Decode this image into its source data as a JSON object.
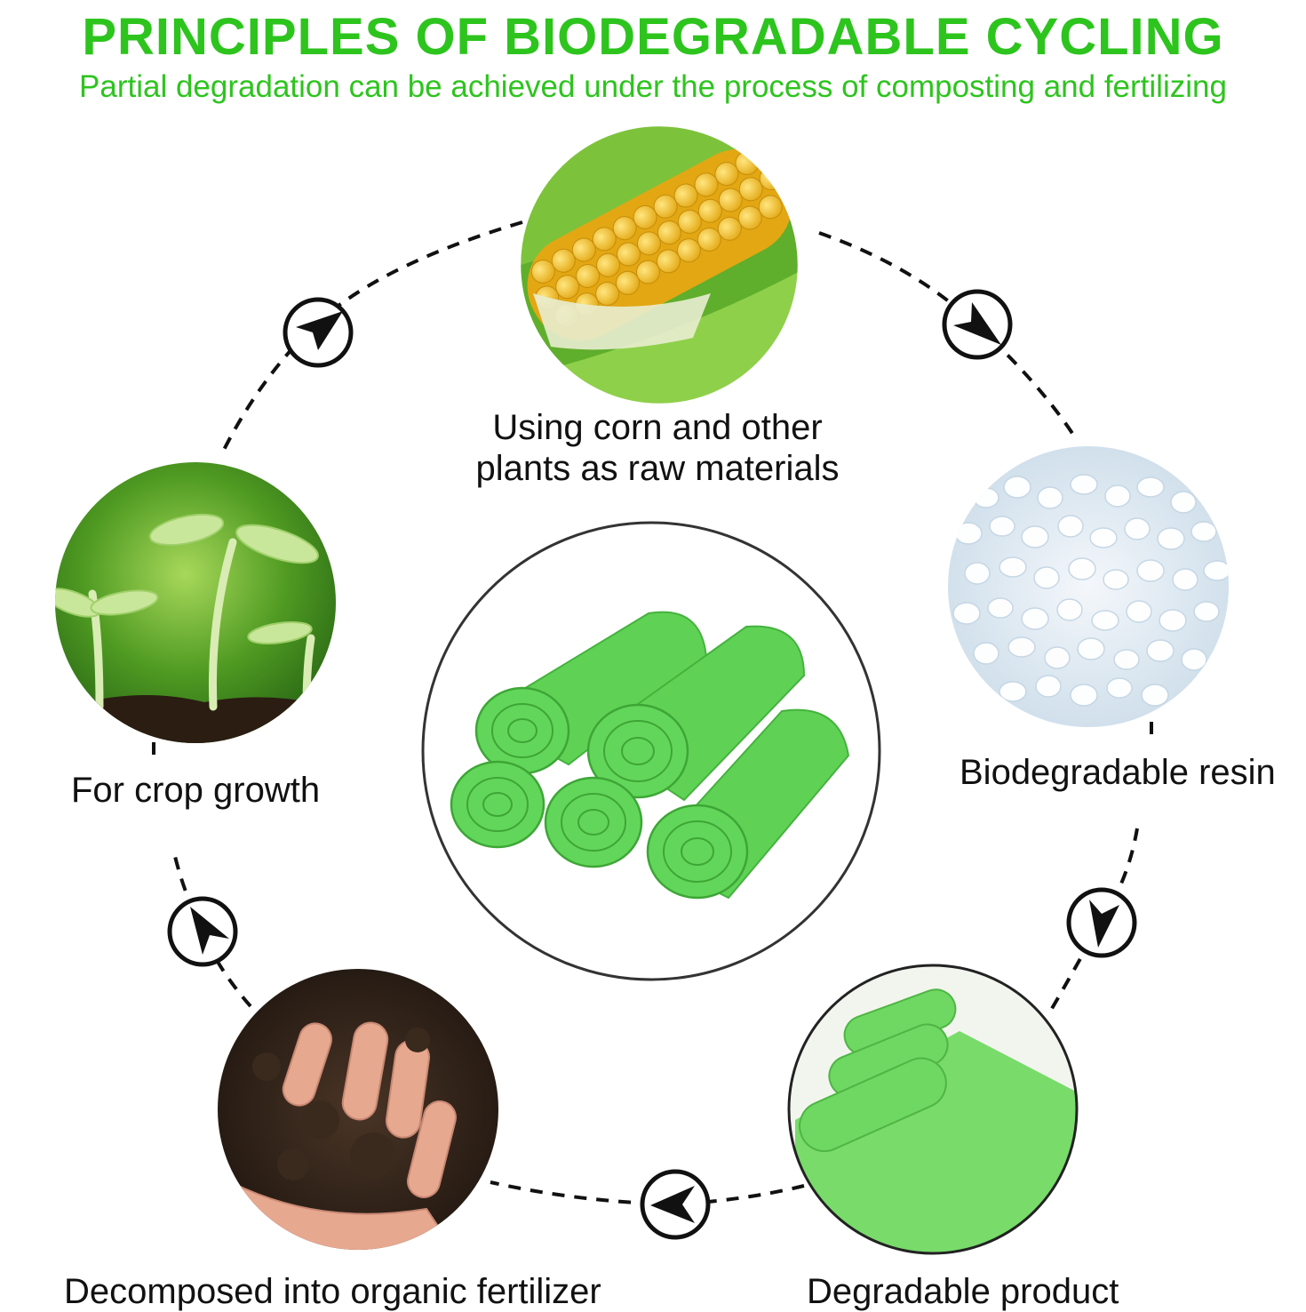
{
  "header": {
    "title": "PRINCIPLES OF BIODEGRADABLE CYCLING",
    "subtitle": "Partial degradation can be achieved under the process of composting and fertilizing"
  },
  "stages": {
    "corn": {
      "line1": "Using corn and other",
      "line2": "plants as raw materials",
      "image": "corn-cob"
    },
    "resin": {
      "label": "Biodegradable resin",
      "image": "white-resin-pellets"
    },
    "product": {
      "label": "Degradable product",
      "image": "green-bag-rolls"
    },
    "fertilizer": {
      "label": "Decomposed into organic fertilizer",
      "image": "hand-in-soil"
    },
    "crop": {
      "label": "For crop growth",
      "image": "seedlings-in-soil"
    },
    "center": {
      "image": "green-garbage-bag-rolls"
    }
  },
  "colors": {
    "title_green": "#2dc41e",
    "bag_green": "#5fd255",
    "line": "#111111"
  },
  "icons": [
    "arrow-circle-icon"
  ]
}
